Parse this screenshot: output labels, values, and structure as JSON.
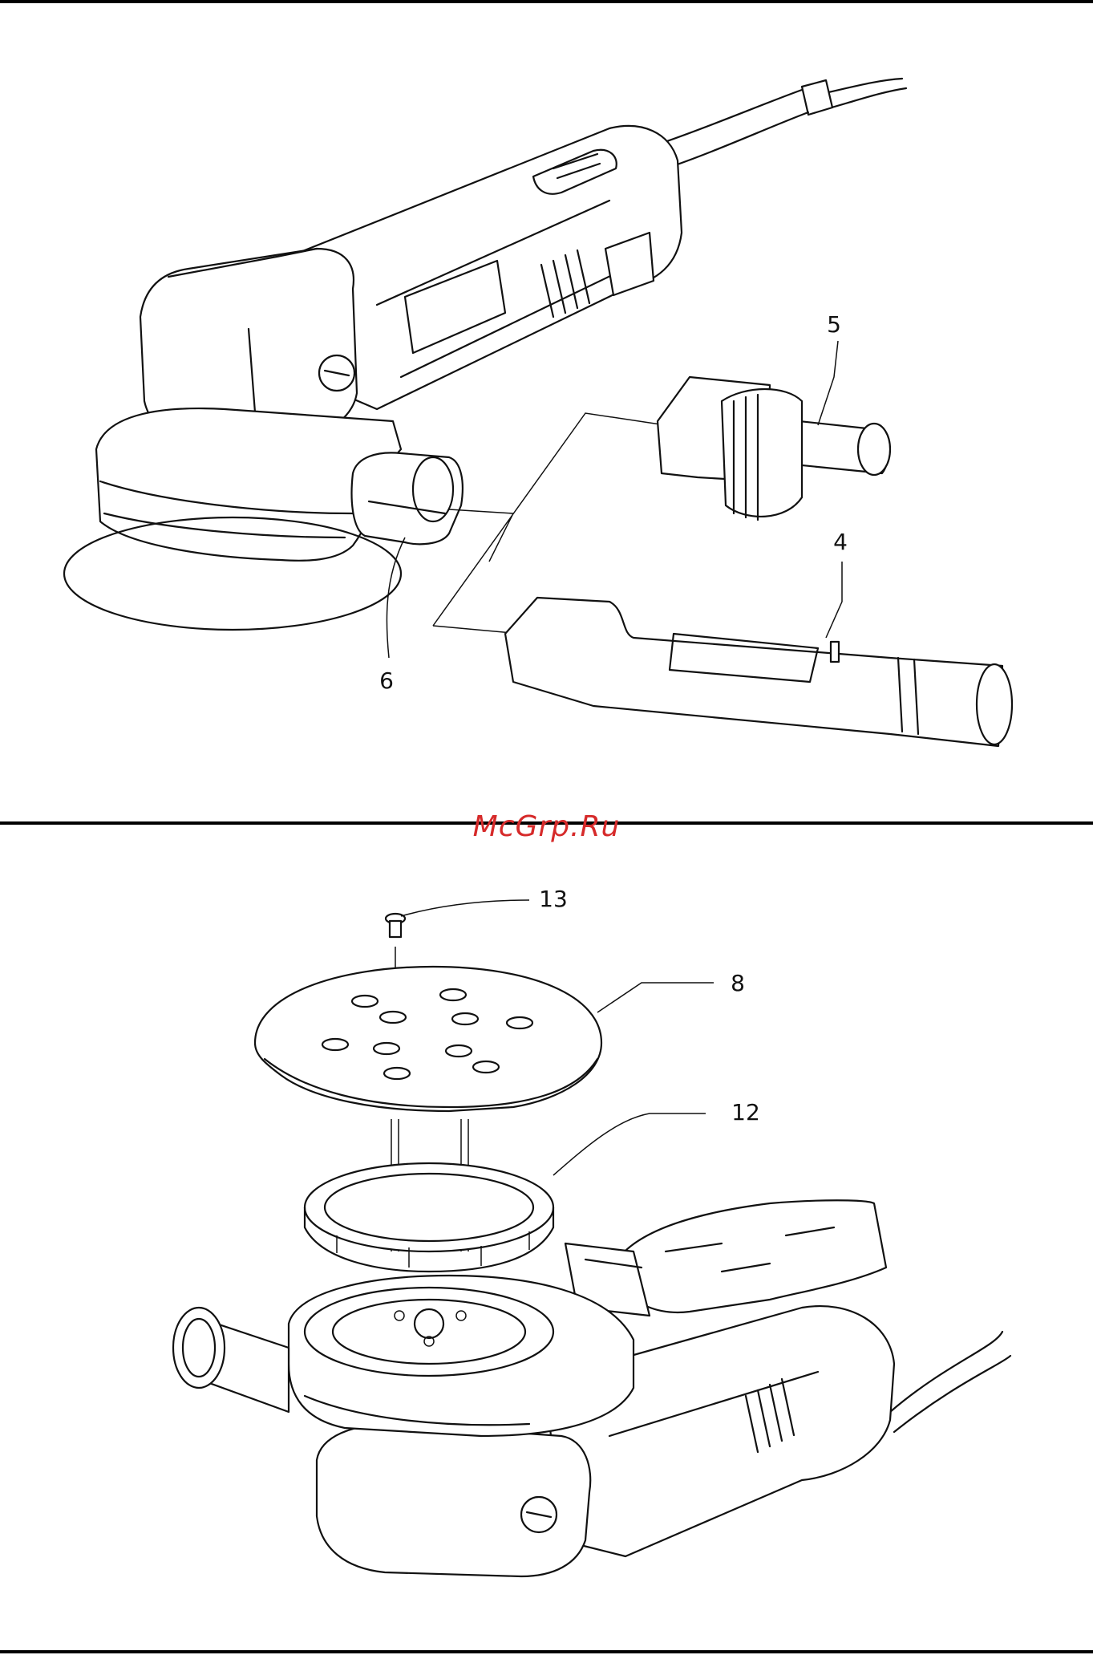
{
  "figure_top": {
    "callouts": [
      {
        "id": "5",
        "label": "5"
      },
      {
        "id": "4",
        "label": "4"
      },
      {
        "id": "6",
        "label": "6"
      }
    ]
  },
  "figure_bottom": {
    "callouts": [
      {
        "id": "13",
        "label": "13"
      },
      {
        "id": "8",
        "label": "8"
      },
      {
        "id": "12",
        "label": "12"
      }
    ]
  },
  "watermark": "McGrp.Ru",
  "colors": {
    "watermark": "#d62a2a",
    "ink": "#111111"
  }
}
